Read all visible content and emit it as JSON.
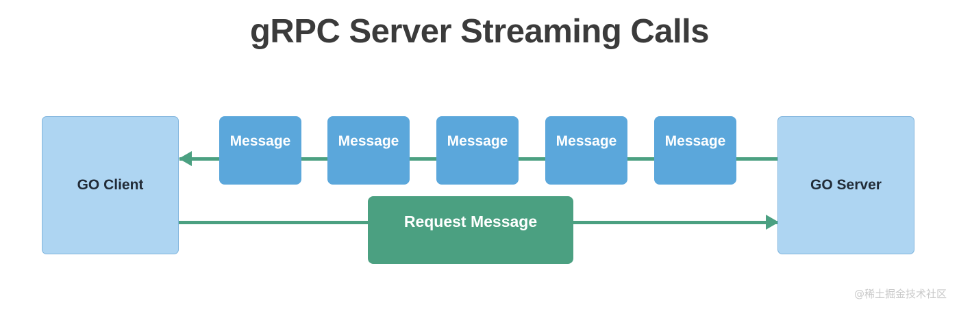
{
  "title": "gRPC Server Streaming Calls",
  "nodes": {
    "client": {
      "label": "GO Client"
    },
    "server": {
      "label": "GO Server"
    }
  },
  "stream": {
    "direction": "server-to-client",
    "messages": [
      {
        "label": "Message"
      },
      {
        "label": "Message"
      },
      {
        "label": "Message"
      },
      {
        "label": "Message"
      },
      {
        "label": "Message"
      }
    ]
  },
  "request": {
    "direction": "client-to-server",
    "label": "Request Message"
  },
  "watermark": "@稀土掘金技术社区",
  "colors": {
    "title_text": "#3b3b3b",
    "endpoint_fill": "#aed5f2",
    "endpoint_border": "#7fb4dd",
    "endpoint_text": "#222c38",
    "message_fill": "#5ba7db",
    "message_text": "#ffffff",
    "request_fill": "#4ba081",
    "request_text": "#ffffff",
    "connector_green": "#4ba081",
    "watermark_text": "#c9c9c9",
    "background": "#ffffff"
  }
}
